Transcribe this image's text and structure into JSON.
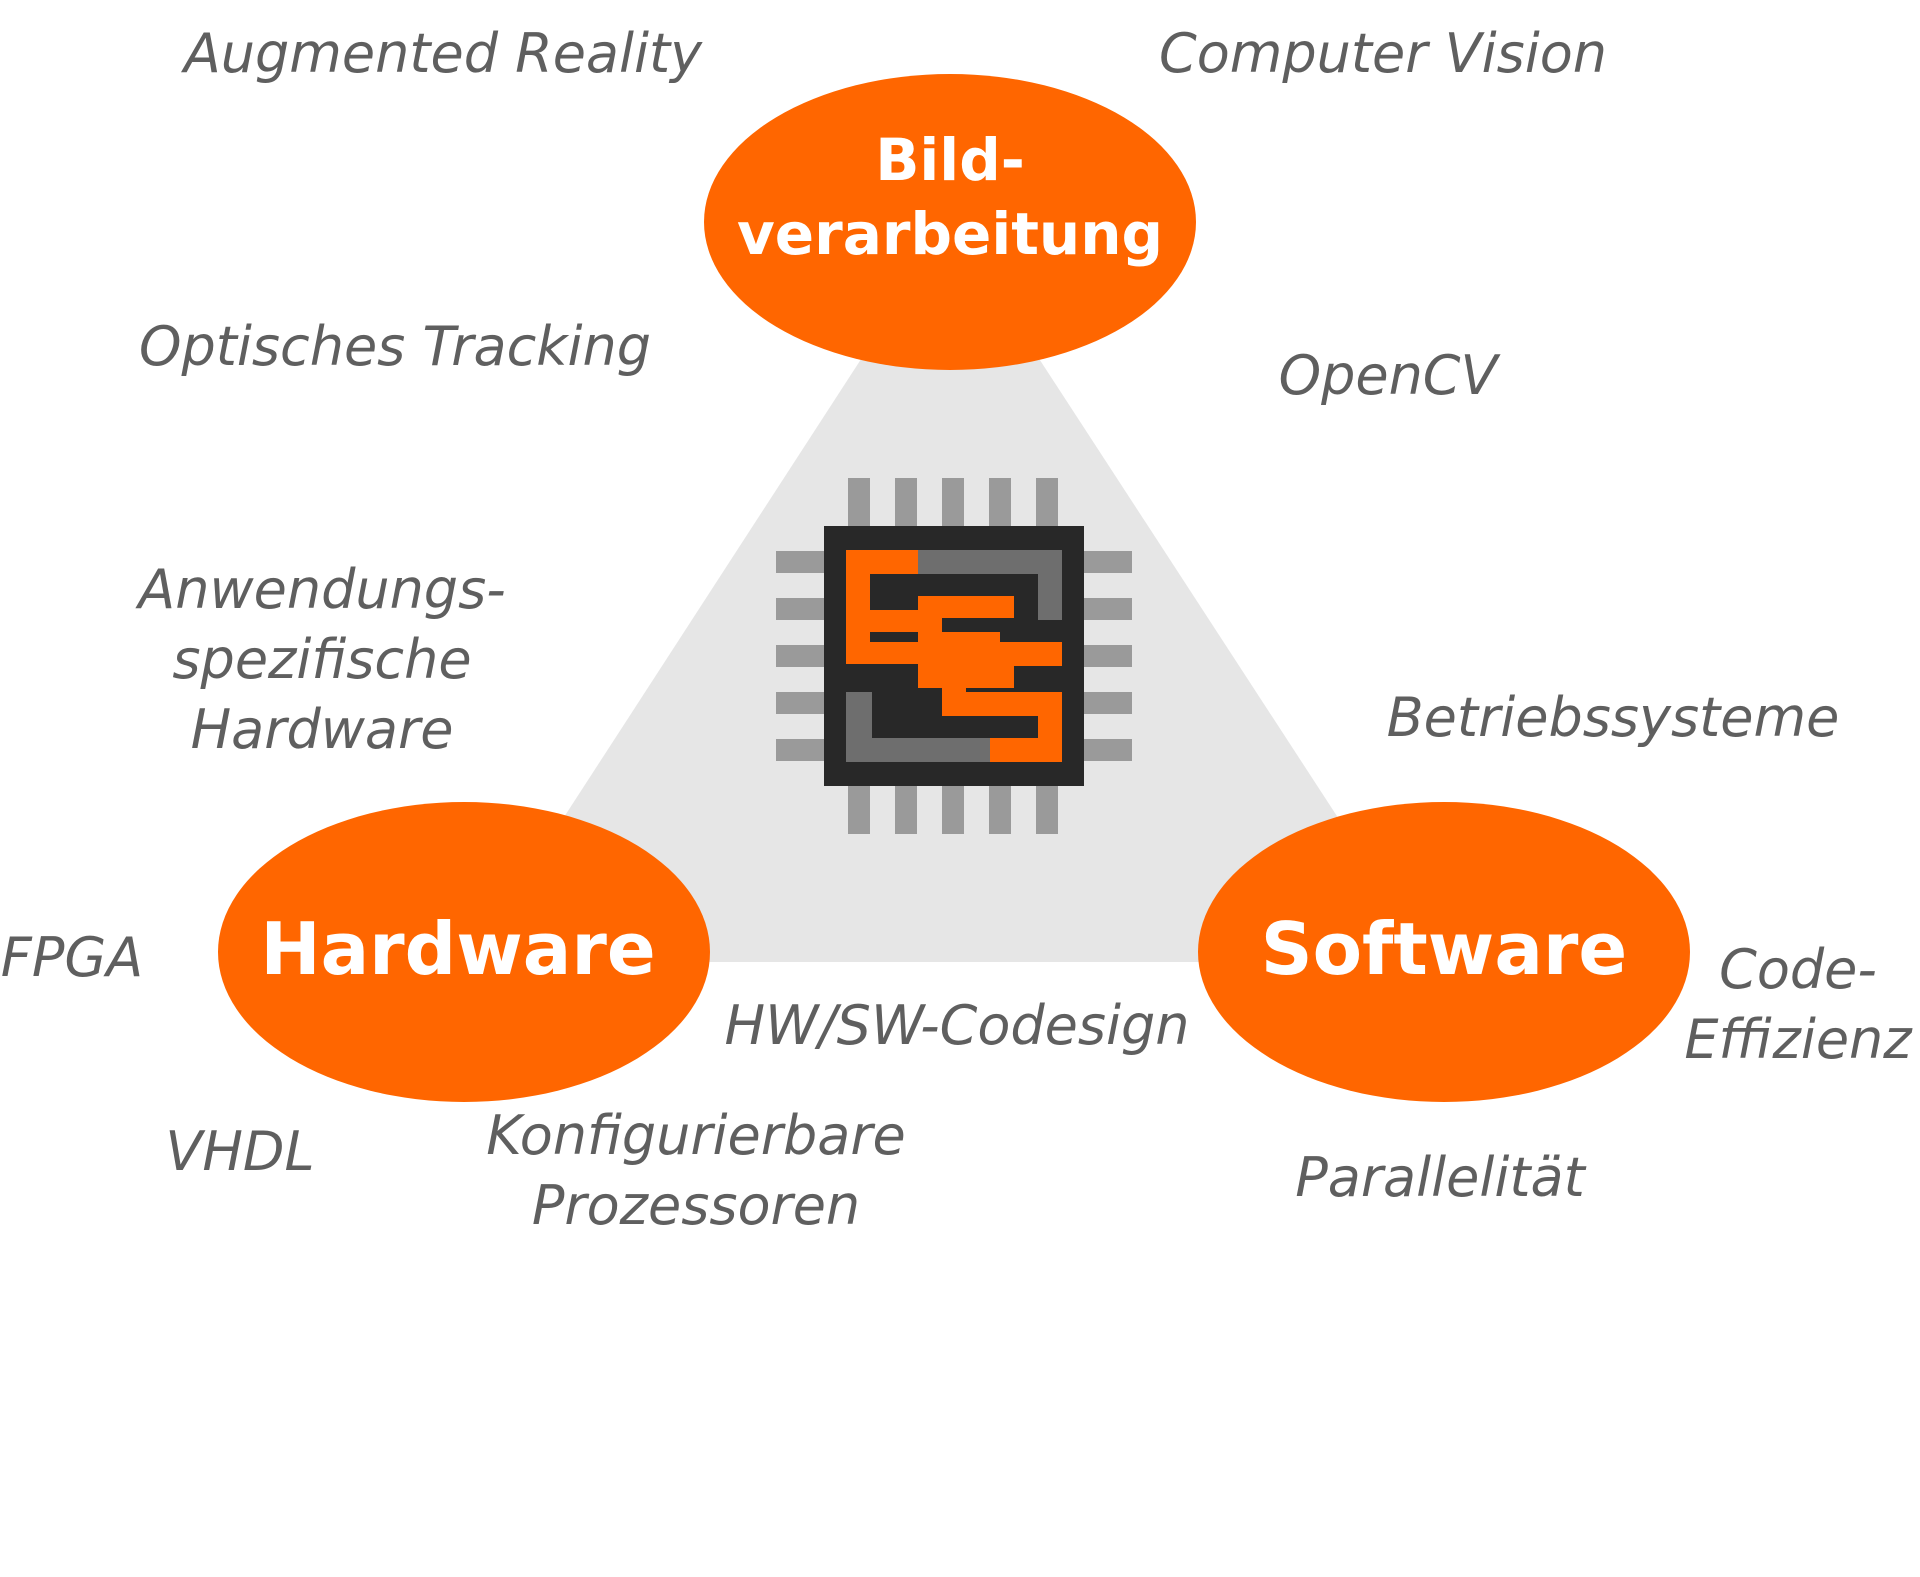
{
  "colors": {
    "accent": "#ff6600",
    "triangle": "#e6e6e6",
    "term_text": "#5f5f5f",
    "chip_dark": "#282828",
    "chip_gray": "#6e6e6e",
    "pin_gray": "#9a9a9a",
    "node_text": "#ffffff"
  },
  "nodes": {
    "top": {
      "line1": "Bild-",
      "line2": "verarbeitung"
    },
    "left": {
      "label": "Hardware"
    },
    "right": {
      "label": "Software"
    }
  },
  "logo": {
    "name": "chip-logo-icon",
    "lettering": "EES"
  },
  "terms": {
    "augmented_reality": "Augmented Reality",
    "computer_vision": "Computer Vision",
    "optisches_tracking": "Optisches Tracking",
    "opencv": "OpenCV",
    "anwendungs_line1": "Anwendungs-",
    "anwendungs_line2": "spezifische",
    "anwendungs_line3": "Hardware",
    "betriebssysteme": "Betriebssysteme",
    "fpga": "FPGA",
    "hw_sw_codesign": "HW/SW-Codesign",
    "code_line1": "Code-",
    "code_line2": "Effizienz",
    "vhdl": "VHDL",
    "konfig_line1": "Konfigurierbare",
    "konfig_line2": "Prozessoren",
    "parallelitaet": "Parallelität"
  }
}
